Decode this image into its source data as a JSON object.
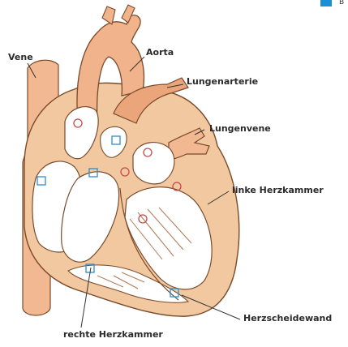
{
  "labels": {
    "vene": "Vene",
    "aorta": "Aorta",
    "lungenarterie": "Lungenarterie",
    "lungenvene": "Lungenvene",
    "linke_herzkammer": "linke Herzkammer",
    "herzscheidewand": "Herzscheidewand",
    "rechte_herzkammer": "rechte Herzkammer"
  },
  "legend": {
    "text": "B",
    "color": "#1a8fd6"
  },
  "colors": {
    "tissue": "#f2c8a0",
    "tissue_dark": "#e7a47a",
    "outline": "#7a4a2a",
    "chamber": "#ffffff",
    "oxygen_poor_marker": "#2a8fd0",
    "oxygen_rich_marker": "#c74a4a"
  }
}
